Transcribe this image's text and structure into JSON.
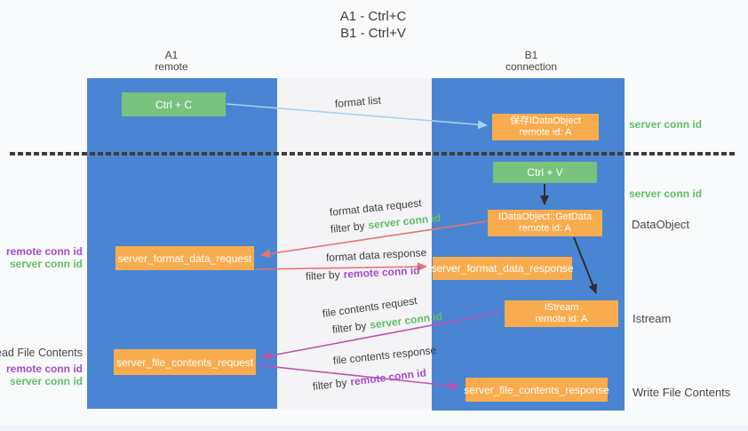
{
  "title": {
    "line1": "A1 - Ctrl+C",
    "line2": "B1 - Ctrl+V"
  },
  "lanes": {
    "left": {
      "title": "A1",
      "subtitle": "remote"
    },
    "right": {
      "title": "B1",
      "subtitle": "connection"
    }
  },
  "nodes": {
    "ctrl_c": {
      "label": "Ctrl + C"
    },
    "ctrl_v": {
      "label": "Ctrl + V"
    },
    "save_idataobject": {
      "line1": "保存IDataObject",
      "line2": "remote id: A"
    },
    "idataobject_getdata": {
      "line1": "IDataObject::GetData",
      "line2": "remote id: A"
    },
    "istream": {
      "line1": "IStream",
      "line2": "remote id: A"
    },
    "server_format_data_request": {
      "label": "server_format_data_request"
    },
    "server_format_data_response": {
      "label": "server_format_data_response"
    },
    "server_file_contents_request": {
      "label": "server_file_contents_request"
    },
    "server_file_contents_response": {
      "label": "server_file_contents_response"
    }
  },
  "flow_labels": {
    "format_list": "format list",
    "format_data_request": "format data request",
    "format_data_response": "format data response",
    "file_contents_request": "file contents request",
    "file_contents_response": "file contents response",
    "filter_by": "filter by",
    "server_conn_id": "server conn id",
    "remote_conn_id": "remote conn id"
  },
  "side_labels": {
    "left": {
      "remote_conn_id": "remote conn id",
      "server_conn_id": "server conn id",
      "read_file_contents": "Read File Contents"
    },
    "right": {
      "server_conn_id": "server conn id",
      "dataobject": "DataObject",
      "istream": "Istream",
      "write_file_contents": "Write File Contents"
    }
  },
  "colors": {
    "lane_blue": "#4a85d3",
    "box_green": "#79c27d",
    "box_orange": "#f8ac4e",
    "arrow_blue": "#a9d2f0",
    "arrow_red": "#e87272",
    "arrow_magenta": "#bd53ae",
    "arrow_black": "#2e2e2e",
    "label_green": "#5fbe66",
    "label_purple": "#a44bc8"
  }
}
